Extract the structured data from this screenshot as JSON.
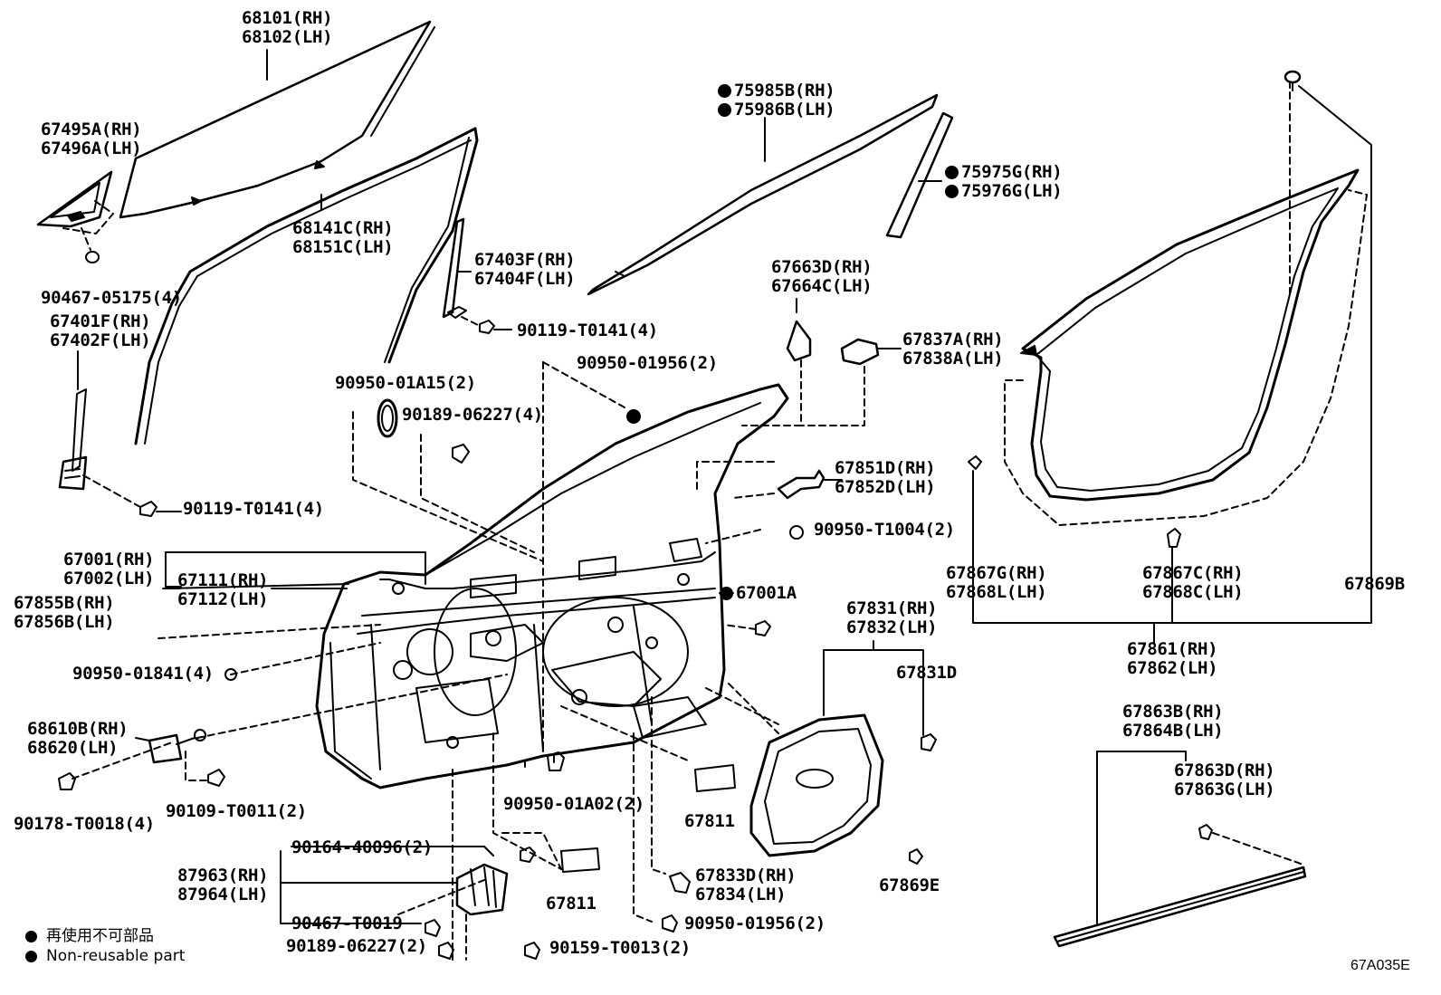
{
  "diagram": {
    "code": "67A035E",
    "legend": {
      "jp": "再使用不可部品",
      "en": "Non-reusable part"
    },
    "labels": [
      {
        "id": "glass",
        "lines": [
          "68101(RH)",
          "68102(LH)"
        ]
      },
      {
        "id": "corner-cover",
        "lines": [
          "67495A(RH)",
          "67496A(LH)"
        ]
      },
      {
        "id": "clip-905175",
        "lines": [
          "90467-05175(4)"
        ]
      },
      {
        "id": "rear-channel",
        "lines": [
          "67401F(RH)",
          "67402F(LH)"
        ]
      },
      {
        "id": "bolt-t0141-left",
        "lines": [
          "90119-T0141(4)"
        ]
      },
      {
        "id": "run-channel",
        "lines": [
          "68141C(RH)",
          "68151C(LH)"
        ]
      },
      {
        "id": "division-bar",
        "lines": [
          "67403F(RH)",
          "67404F(LH)"
        ]
      },
      {
        "id": "bolt-t0141-right",
        "lines": [
          "90119-T0141(4)"
        ]
      },
      {
        "id": "plug-01a15",
        "lines": [
          "90950-01A15(2)"
        ]
      },
      {
        "id": "screw-06227-top",
        "lines": [
          "90189-06227(4)"
        ]
      },
      {
        "id": "plug-01956-top",
        "lines": [
          "90950-01956(2)"
        ]
      },
      {
        "id": "weatherstrip-belt",
        "lines": [
          "75985B(RH)",
          "75986B(LH)"
        ],
        "nonReusable": true
      },
      {
        "id": "pillar-garnish",
        "lines": [
          "75975G(RH)",
          "75976G(LH)"
        ],
        "nonReusable": true
      },
      {
        "id": "mirror-seal",
        "lines": [
          "67663D(RH)",
          "67664C(LH)"
        ]
      },
      {
        "id": "stopper",
        "lines": [
          "67837A(RH)",
          "67838A(LH)"
        ]
      },
      {
        "id": "bracket",
        "lines": [
          "67851D(RH)",
          "67852D(LH)"
        ]
      },
      {
        "id": "plug-t1004",
        "lines": [
          "90950-T1004(2)"
        ]
      },
      {
        "id": "door-assy",
        "lines": [
          "67001(RH)",
          "67002(LH)"
        ]
      },
      {
        "id": "door-panel",
        "lines": [
          "67111(RH)",
          "67112(LH)"
        ]
      },
      {
        "id": "seal-lower",
        "lines": [
          "67855B(RH)",
          "67856B(LH)"
        ]
      },
      {
        "id": "plug-01841",
        "lines": [
          "90950-01841(4)"
        ]
      },
      {
        "id": "check-assy",
        "lines": [
          "68610B(RH)",
          "68620(LH)"
        ]
      },
      {
        "id": "bolt-t0018",
        "lines": [
          "90178-T0018(4)"
        ]
      },
      {
        "id": "bolt-t0011",
        "lines": [
          "90109-T0011(2)"
        ]
      },
      {
        "id": "plug-01a02",
        "lines": [
          "90950-01A02(2)"
        ]
      },
      {
        "id": "nut-67001a",
        "lines": [
          "67001A"
        ],
        "nonReusable": true
      },
      {
        "id": "service-cover",
        "lines": [
          "67831(RH)",
          "67832(LH)"
        ]
      },
      {
        "id": "service-cover-d",
        "lines": [
          "67831D"
        ]
      },
      {
        "id": "label-67811-right",
        "lines": [
          "67811"
        ]
      },
      {
        "id": "label-67811-left",
        "lines": [
          "67811"
        ]
      },
      {
        "id": "clip-67869e",
        "lines": [
          "67869E"
        ]
      },
      {
        "id": "grommet",
        "lines": [
          "67833D(RH)",
          "67834(LH)"
        ]
      },
      {
        "id": "plug-01956-bottom",
        "lines": [
          "90950-01956(2)"
        ]
      },
      {
        "id": "screw-40096",
        "lines": [
          "90164-40096(2)"
        ]
      },
      {
        "id": "switch",
        "lines": [
          "87963(RH)",
          "87964(LH)"
        ]
      },
      {
        "id": "clip-t0019",
        "lines": [
          "90467-T0019"
        ]
      },
      {
        "id": "screw-06227-bottom",
        "lines": [
          "90189-06227(2)"
        ]
      },
      {
        "id": "screw-t0013",
        "lines": [
          "90159-T0013(2)"
        ]
      },
      {
        "id": "ws-clip-left",
        "lines": [
          "67867G(RH)",
          "67868L(LH)"
        ]
      },
      {
        "id": "ws-clip-mid",
        "lines": [
          "67867C(RH)",
          "67868C(LH)"
        ]
      },
      {
        "id": "ws-clip-b",
        "lines": [
          "67869B"
        ]
      },
      {
        "id": "weatherstrip",
        "lines": [
          "67861(RH)",
          "67862(LH)"
        ]
      },
      {
        "id": "belt-moulding",
        "lines": [
          "67863B(RH)",
          "67864B(LH)"
        ]
      },
      {
        "id": "belt-moulding-d",
        "lines": [
          "67863D(RH)",
          "67863G(LH)"
        ]
      }
    ]
  }
}
